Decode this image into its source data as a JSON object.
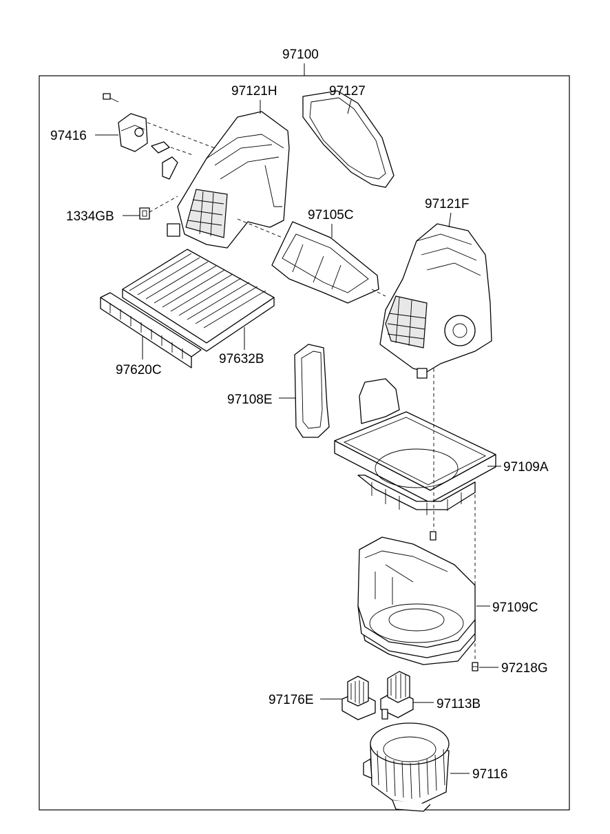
{
  "diagram": {
    "assembly_label": "97100",
    "parts": [
      {
        "id": "p97416",
        "label": "97416"
      },
      {
        "id": "p97121H",
        "label": "97121H"
      },
      {
        "id": "p97127",
        "label": "97127"
      },
      {
        "id": "p1334GB",
        "label": "1334GB"
      },
      {
        "id": "p97105C",
        "label": "97105C"
      },
      {
        "id": "p97121F",
        "label": "97121F"
      },
      {
        "id": "p97632B",
        "label": "97632B"
      },
      {
        "id": "p97620C",
        "label": "97620C"
      },
      {
        "id": "p97108E",
        "label": "97108E"
      },
      {
        "id": "p97109A",
        "label": "97109A"
      },
      {
        "id": "p97109C",
        "label": "97109C"
      },
      {
        "id": "p97218G",
        "label": "97218G"
      },
      {
        "id": "p97176E",
        "label": "97176E"
      },
      {
        "id": "p97113B",
        "label": "97113B"
      },
      {
        "id": "p97116",
        "label": "97116"
      }
    ]
  }
}
